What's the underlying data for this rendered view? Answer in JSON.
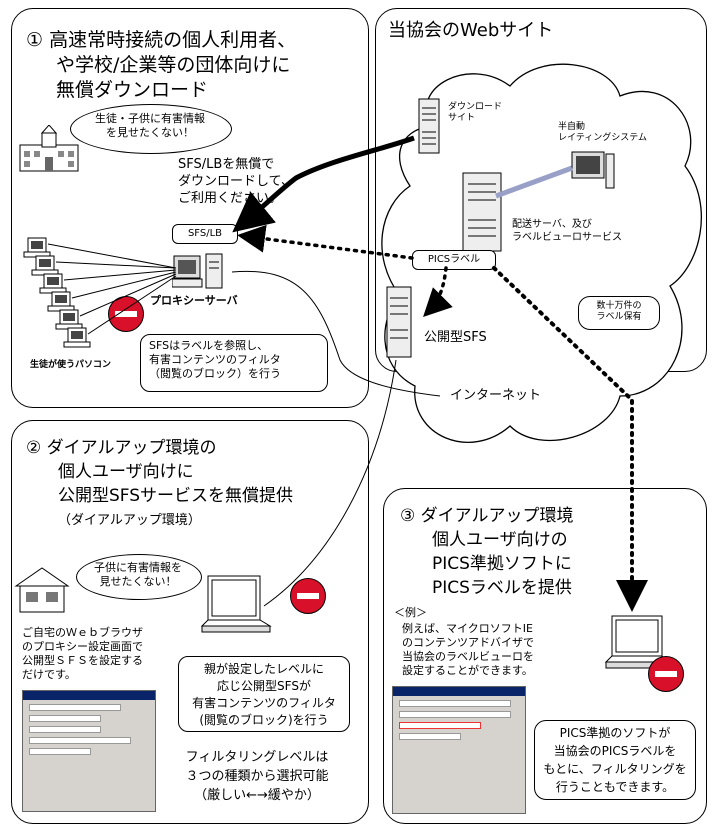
{
  "panel1": {
    "number": "①",
    "title_lines": [
      "高速常時接続の個人利用者、",
      "や学校/企業等の団体向けに",
      "無償ダウンロード"
    ],
    "speech_bubble": [
      "生徒・子供に有害情報",
      "を見せたくない！"
    ],
    "download_text": [
      "SFS/LBを無償で",
      "ダウンロードして、",
      "ご利用ください。"
    ],
    "sfs_lb_label": "SFS/LB",
    "proxy_label": "プロキシーサーバ",
    "students_label": "生徒が使うパソコン",
    "note": [
      "SFSはラベルを参照し、",
      "有害コンテンツのフィルタ",
      "（閲覧のブロック）を行う"
    ]
  },
  "website": {
    "title": "当協会のWebサイト",
    "download_site": [
      "ダウンロード",
      "サイト"
    ],
    "rating_system": [
      "半自動",
      "レイティングシステム"
    ],
    "delivery_server": [
      "配送サーバ、及び",
      "ラベルビューロサービス"
    ],
    "pics_label": "PICSラベル",
    "public_sfs": "公開型SFS",
    "label_count": [
      "数十万件の",
      "ラベル保有"
    ]
  },
  "internet_label": "インターネット",
  "panel2": {
    "number": "②",
    "title_lines": [
      "ダイアルアップ環境の",
      "個人ユーザ向けに",
      "公開型SFSサービスを無償提供"
    ],
    "subtitle": "（ダイアルアップ環境）",
    "speech_bubble": [
      "子供に有害情報を",
      "見せたくない！"
    ],
    "browser_text": [
      "ご自宅のＷｅｂブラウザ",
      "のプロキシー設定画面で",
      "公開型ＳＦＳを設定する",
      "だけです。"
    ],
    "parent_note": [
      "親が設定したレベルに",
      "応じ公開型SFSが",
      "有害コンテンツのフィルタ",
      "(閲覧のブロック)を行う"
    ],
    "filter_levels": [
      "フィルタリングレベルは",
      "３つの種類から選択可能",
      "（厳しい←→緩やか）"
    ]
  },
  "panel3": {
    "number": "③",
    "title_lines": [
      "ダイアルアップ環境",
      "個人ユーザ向けの",
      "PICS準拠ソフトに",
      "PICSラベルを提供"
    ],
    "example_label": "＜例＞",
    "example_text": [
      "例えば、マイクロソフトIE",
      "のコンテンツアドバイザで",
      "当協会のラベルビューロを",
      "設定することができます。"
    ],
    "pics_note": [
      "PICS準拠のソフトが",
      "当協会のPICSラベルを",
      "もとに、フィルタリングを",
      "行うこともできます。"
    ]
  }
}
